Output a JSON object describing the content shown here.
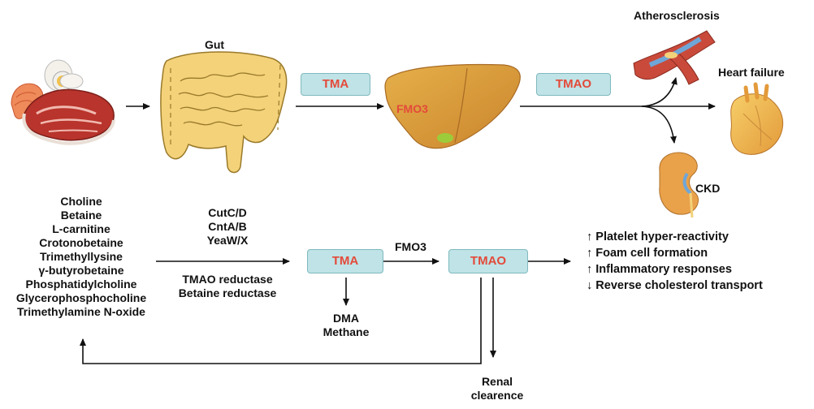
{
  "top_row": {
    "gut_label": "Gut",
    "tma_box": "TMA",
    "liver_enzyme": "FMO3",
    "tmao_box": "TMAO",
    "outcomes": {
      "atherosclerosis": "Atherosclerosis",
      "heart_failure": "Heart failure",
      "ckd": "CKD"
    }
  },
  "precursors": [
    "Choline",
    "Betaine",
    "L-carnitine",
    "Crotonobetaine",
    "Trimethyllysine",
    "γ-butyrobetaine",
    "Phosphatidylcholine",
    "Glycerophosphocholine",
    "Trimethylamine N-oxide"
  ],
  "enzymes_above": [
    "CutC/D",
    "CntA/B",
    "YeaW/X"
  ],
  "enzymes_below": [
    "TMAO reductase",
    "Betaine reductase"
  ],
  "bottom_row": {
    "tma_box": "TMA",
    "fmo3_label": "FMO3",
    "tmao_box": "TMAO",
    "tma_products": [
      "DMA",
      "Methane"
    ],
    "renal": [
      "Renal",
      "clearence"
    ]
  },
  "effects": [
    {
      "arrow": "↑",
      "text": "Platelet hyper-reactivity"
    },
    {
      "arrow": "↑",
      "text": "Foam cell formation"
    },
    {
      "arrow": "↑",
      "text": "Inflammatory responses"
    },
    {
      "arrow": "↓",
      "text": "Reverse cholesterol transport"
    }
  ],
  "colors": {
    "box_fill": "#bfe3e6",
    "box_text": "#e34a3a",
    "liver": "#d79a3a",
    "gut": "#f3d27a",
    "meat": "#b8342c"
  }
}
